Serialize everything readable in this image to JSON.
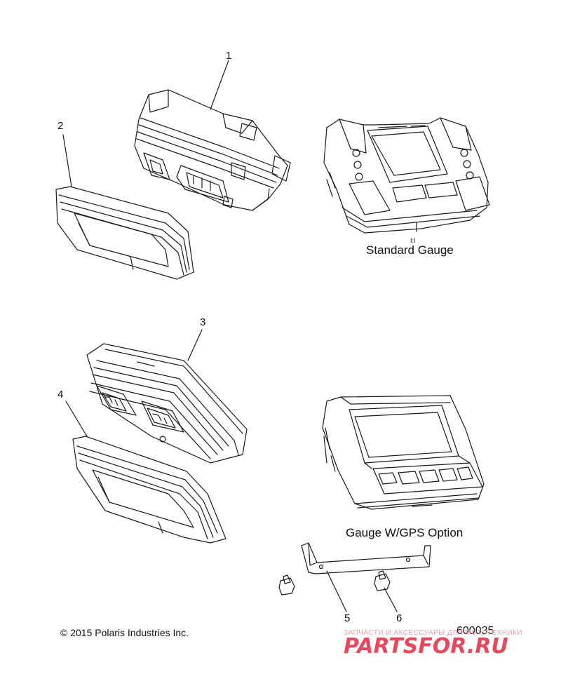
{
  "callouts": {
    "c1": "1",
    "c2": "2",
    "c3": "3",
    "c4": "4",
    "c5": "5",
    "c6": "6"
  },
  "captions": {
    "standard_gauge": "Standard Gauge",
    "gps_gauge": "Gauge W/GPS Option",
    "scale_mark": "I:I"
  },
  "footer": {
    "copyright": "© 2015 Polaris Industries Inc.",
    "diagram_number": "600035"
  },
  "watermark": {
    "tagline": "ЗАПЧАСТИ И АКСЕССУАРЫ ДЛЯ МОТОТЕХНИКИ",
    "logo": "PARTSFOR.RU",
    "color": "#e34a5f"
  },
  "line_color": "#1a1a1a"
}
